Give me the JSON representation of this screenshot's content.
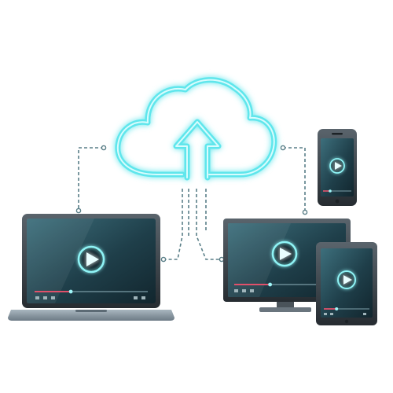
{
  "colors": {
    "cloud_glow": "#4fe3ea",
    "cloud_stroke": "#8ff4f6",
    "connector": "#5a7f88",
    "screen_dark": "#16313b",
    "screen_light": "#3d6f7c",
    "play_accent": "#8ff4f6",
    "progress_played": "#e0506a",
    "device_body": "#3a4148",
    "laptop_deck": "#8b9aa6"
  },
  "icons": {
    "cloud": "cloud-upload-icon",
    "play": "play-icon"
  },
  "devices": [
    {
      "kind": "laptop",
      "progress": 0.32
    },
    {
      "kind": "monitor",
      "progress": 0.34
    },
    {
      "kind": "tablet",
      "progress": 0.28
    },
    {
      "kind": "phone",
      "progress": 0.25
    }
  ]
}
